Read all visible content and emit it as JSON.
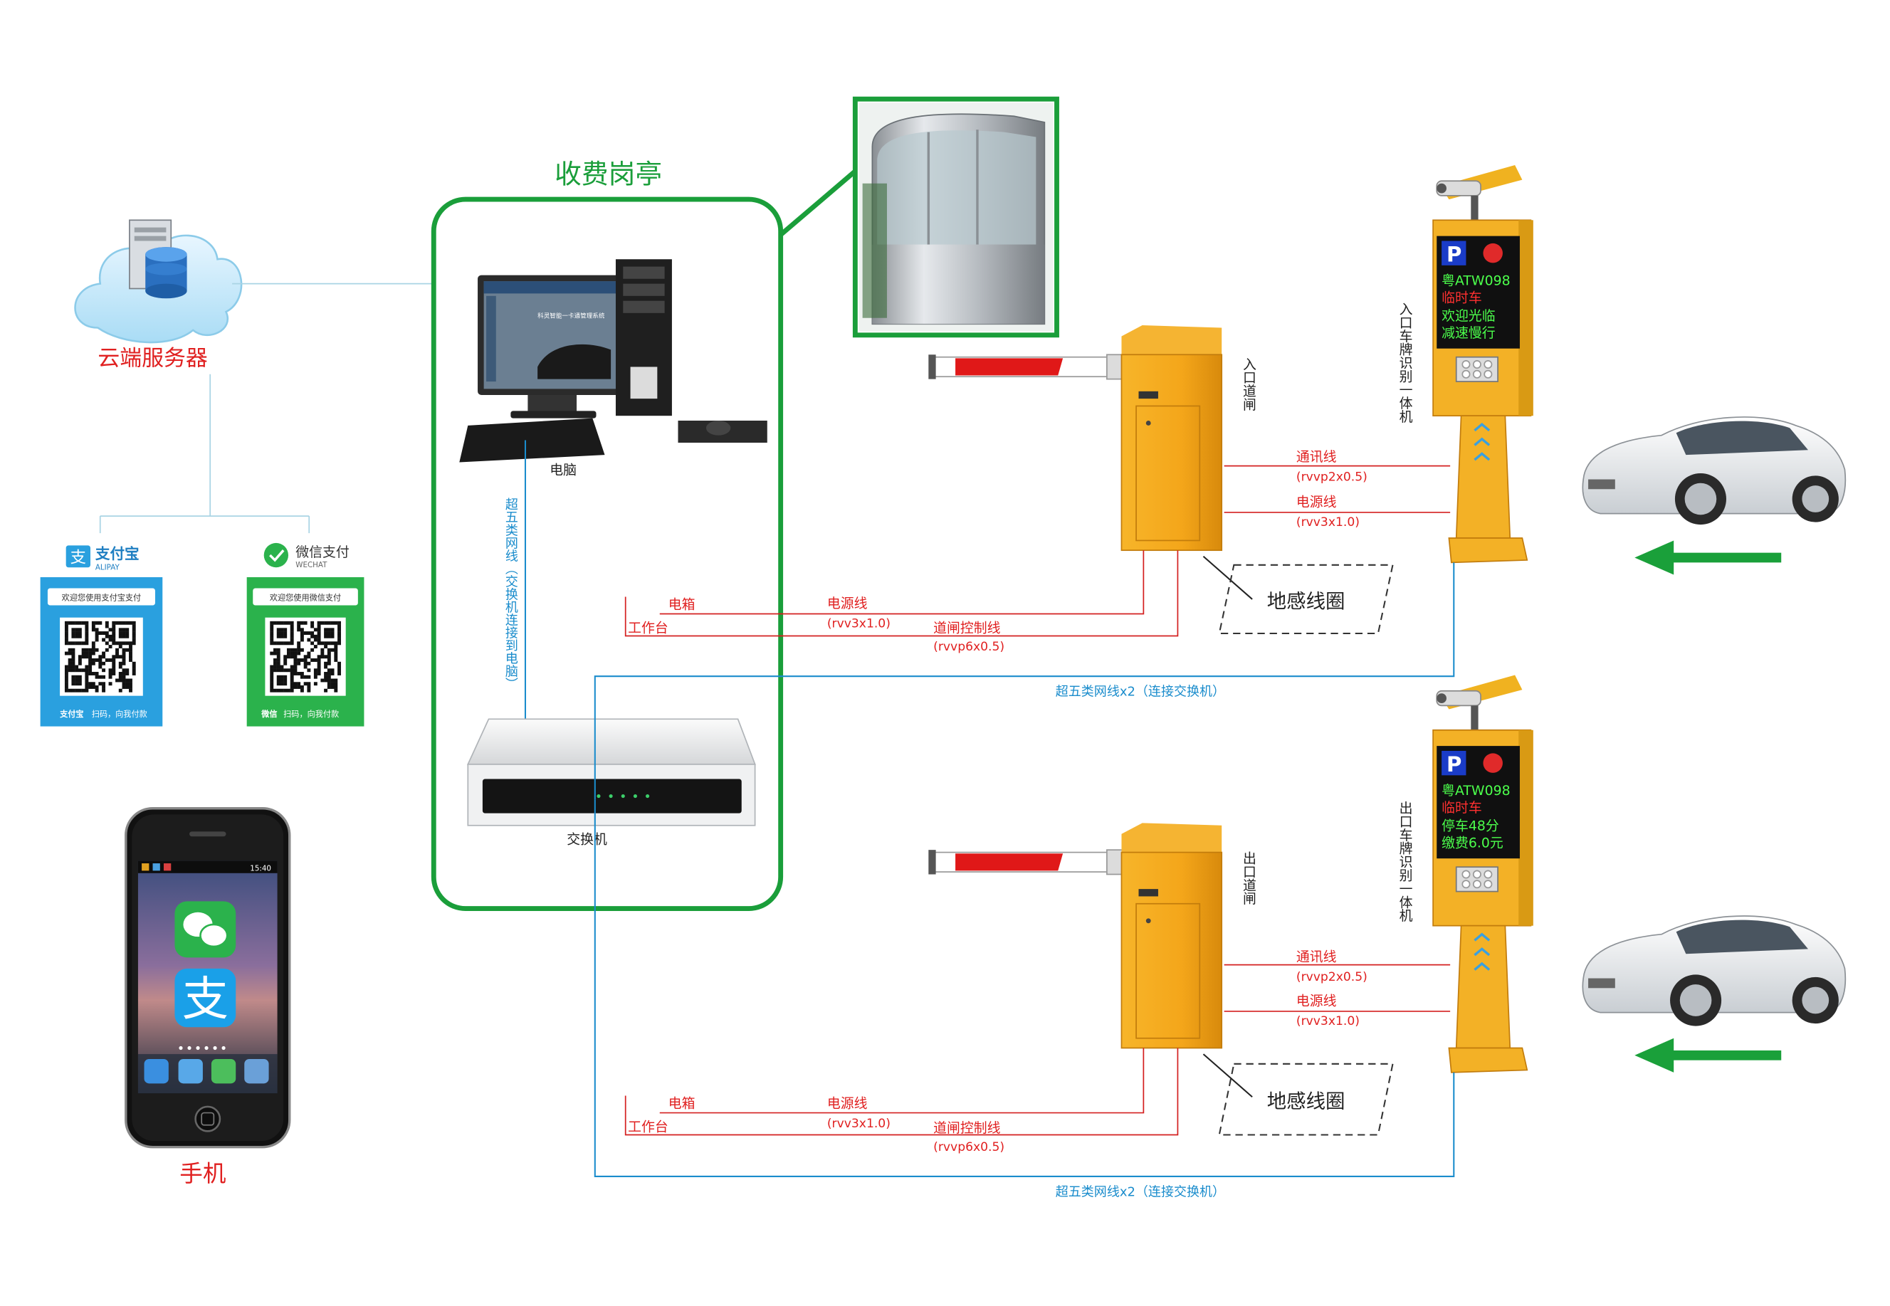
{
  "booth": {
    "title": "收费岗亭",
    "computer_label": "电脑",
    "monitor_header": "科灵智能一卡通管理系统",
    "switch_label": "交换机",
    "booth_cable": "超五类网线（交换机连接到电脑）"
  },
  "cloud": {
    "label": "云端服务器"
  },
  "payments": {
    "alipay": {
      "logo_glyph": "支",
      "logo_text": "支付宝",
      "logo_sub": "ALIPAY",
      "banner": "欢迎您使用支付宝支付",
      "footer_brand": "支付宝",
      "footer": "扫码，向我付款",
      "color": "#2aa0df"
    },
    "wechat": {
      "logo_text": "微信支付",
      "logo_sub": "WECHAT",
      "banner": "欢迎您使用微信支付",
      "footer_brand": "微信",
      "footer": "扫码，向我付款",
      "color": "#2bb24c"
    }
  },
  "phone": {
    "label": "手机",
    "status_time": "15:40",
    "alipay_glyph": "支"
  },
  "entry": {
    "gate_label": "入口道闸",
    "camera_label": "入口车牌识别一体机",
    "display_p": "P",
    "display_lines": [
      "粤ATW098",
      "临时车",
      "欢迎光临",
      "减速慢行"
    ],
    "display_colors": [
      "#4cff4c",
      "#ff3030",
      "#4cff4c",
      "#4cff4c"
    ],
    "comm_line": "通讯线",
    "comm_spec": "(rvvp2x0.5)",
    "power_line": "电源线",
    "power_spec": "(rvv3x1.0)",
    "loop": "地感线圈",
    "box": "电箱",
    "desk": "工作台",
    "gate_power": "电源线",
    "gate_power_spec": "(rvv3x1.0)",
    "gate_ctrl": "道闸控制线",
    "gate_ctrl_spec": "(rvvp6x0.5)",
    "network": "超五类网线x2（连接交换机）"
  },
  "exit": {
    "gate_label": "出口道闸",
    "camera_label": "出口车牌识别一体机",
    "display_p": "P",
    "display_lines": [
      "粤ATW098",
      "临时车",
      "停车48分",
      "缴费6.0元"
    ],
    "display_colors": [
      "#4cff4c",
      "#ff3030",
      "#4cff4c",
      "#4cff4c"
    ],
    "comm_line": "通讯线",
    "comm_spec": "(rvvp2x0.5)",
    "power_line": "电源线",
    "power_spec": "(rvv3x1.0)",
    "loop": "地感线圈",
    "box": "电箱",
    "desk": "工作台",
    "gate_power": "电源线",
    "gate_power_spec": "(rvv3x1.0)",
    "gate_ctrl": "道闸控制线",
    "gate_ctrl_spec": "(rvvp6x0.5)",
    "network": "超五类网线x2（连接交换机）"
  },
  "colors": {
    "booth_frame": "#1a9e3a",
    "power_wire": "#d42020",
    "network_wire": "#1a8ccc",
    "gate_body": "#f2a81d",
    "arrow": "#1aa03a"
  }
}
